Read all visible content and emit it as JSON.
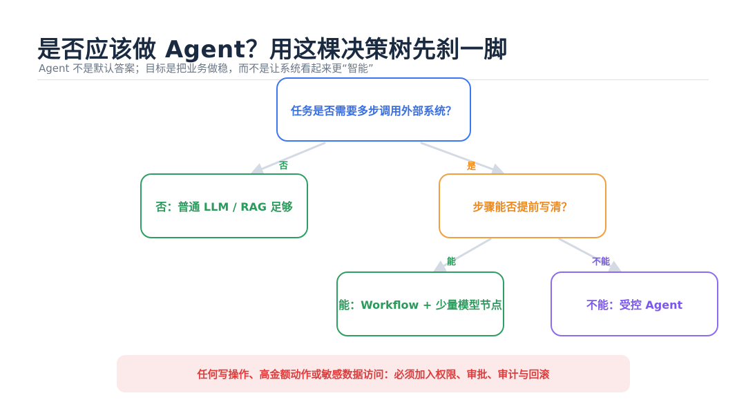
{
  "header": {
    "title": "是否应该做 Agent？用这棵决策树先刹一脚",
    "subtitle": "Agent 不是默认答案；目标是把业务做稳，而不是让系统看起来更“智能”"
  },
  "tree": {
    "root": {
      "text": "任务是否需要多步调用外部系统？"
    },
    "no_branch": {
      "edge_label": "否",
      "node_text": "否：普通 LLM / RAG 足够"
    },
    "yes_branch": {
      "edge_label": "是",
      "node_text": "步骤能否提前写清？",
      "can_branch": {
        "edge_label": "能",
        "node_text": "能：Workflow + 少量模型节点"
      },
      "cannot_branch": {
        "edge_label": "不能",
        "node_text": "不能：受控 Agent"
      }
    }
  },
  "footer": {
    "warning": "任何写操作、高金额动作或敏感数据访问：必须加入权限、审批、审计与回滚"
  },
  "colors": {
    "root": "#3a78f2",
    "no": "#2e9e62",
    "yes": "#f0a040",
    "cannot": "#8b6cf0",
    "warning_bg": "#fceaea",
    "warning_text": "#de3c3c",
    "edge": "#d3dae4"
  }
}
